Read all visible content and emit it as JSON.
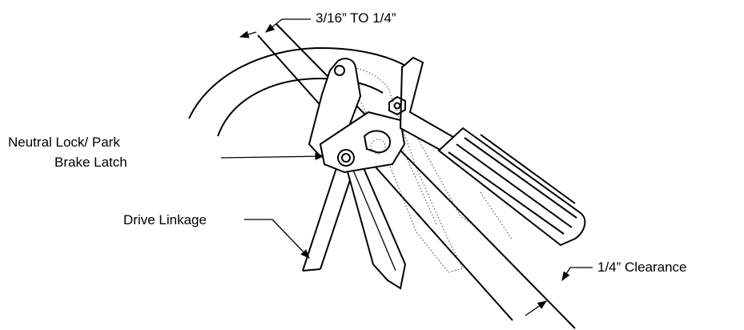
{
  "figure": {
    "labels": {
      "gap_spec": "3/16” TO 1/4”",
      "latch_line1": "Neutral Lock/ Park",
      "latch_line2": "Brake Latch",
      "drive_linkage": "Drive Linkage",
      "clearance": "1/4” Clearance"
    },
    "colors": {
      "ink": "#000000",
      "background": "#ffffff"
    }
  }
}
